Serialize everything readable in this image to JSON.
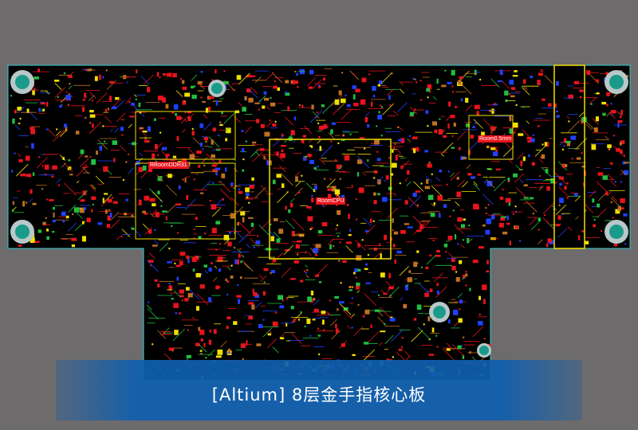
{
  "rooms": {
    "ddr": "RRoomDDR31",
    "cpu": "RoomCPU",
    "clearance": "Room0.5mm"
  },
  "caption": "[Altium] 8层金手指核心板",
  "colors": {
    "background": "#6d6b6b",
    "board": "#000000",
    "banner": "#0f5faf",
    "hole": "#1a9a8a"
  }
}
